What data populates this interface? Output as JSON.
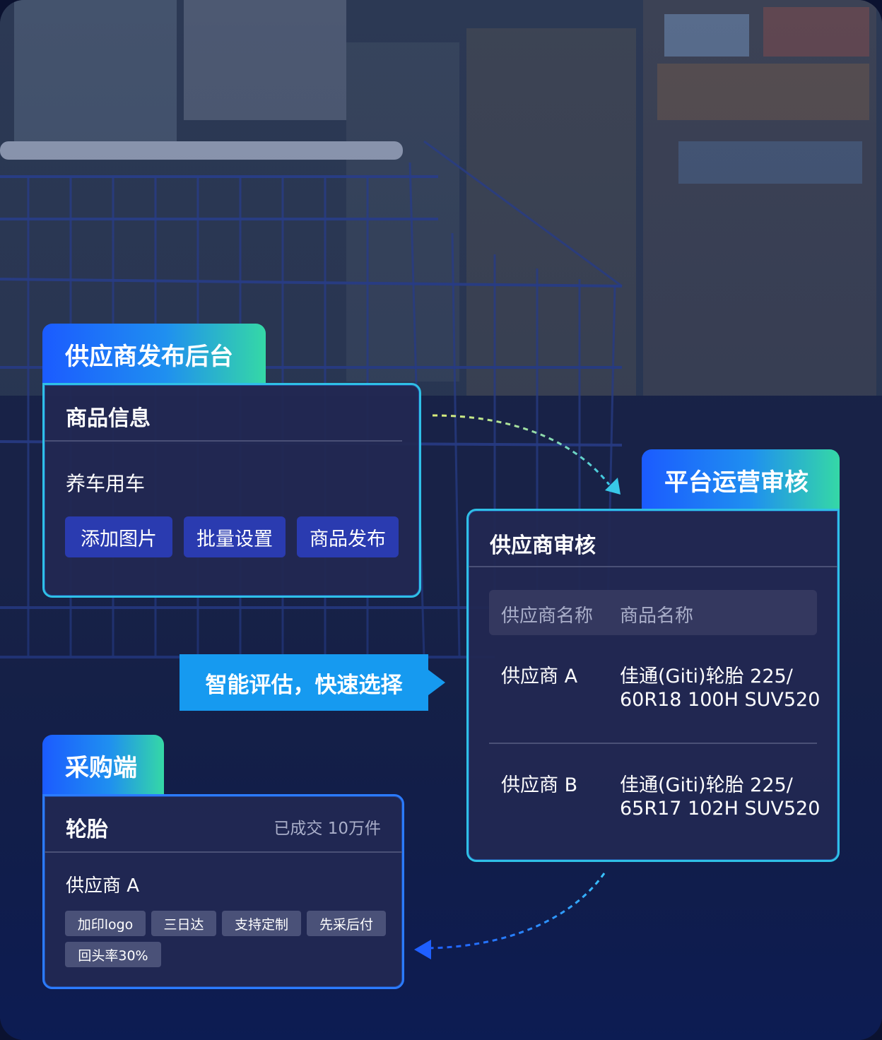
{
  "supplier_backend": {
    "tab_title": "供应商发布后台",
    "panel_title": "商品信息",
    "category": "养车用车",
    "buttons": [
      "添加图片",
      "批量设置",
      "商品发布"
    ]
  },
  "platform_review": {
    "tab_title": "平台运营审核",
    "panel_title": "供应商审核",
    "table_headers": [
      "供应商名称",
      "商品名称"
    ],
    "rows": [
      {
        "supplier": "供应商 A",
        "product_line1": "佳通(Giti)轮胎 225/",
        "product_line2": "60R18 100H SUV520"
      },
      {
        "supplier": "供应商 B",
        "product_line1": "佳通(Giti)轮胎 225/",
        "product_line2": "65R17 102H SUV520"
      }
    ]
  },
  "callout": {
    "text": "智能评估，快速选择"
  },
  "buyer": {
    "tab_title": "采购端",
    "product": "轮胎",
    "sales": "已成交 10万件",
    "supplier": "供应商 A",
    "tags": [
      "加印logo",
      "三日达",
      "支持定制",
      "先采后付",
      "回头率30%"
    ]
  },
  "colors": {
    "tab_gradient": [
      "#1b5bff",
      "#35d8a6"
    ],
    "panel_border": "#2fc0e6",
    "button_bg": "#2a3bb0",
    "callout_bg": "#169af0"
  }
}
